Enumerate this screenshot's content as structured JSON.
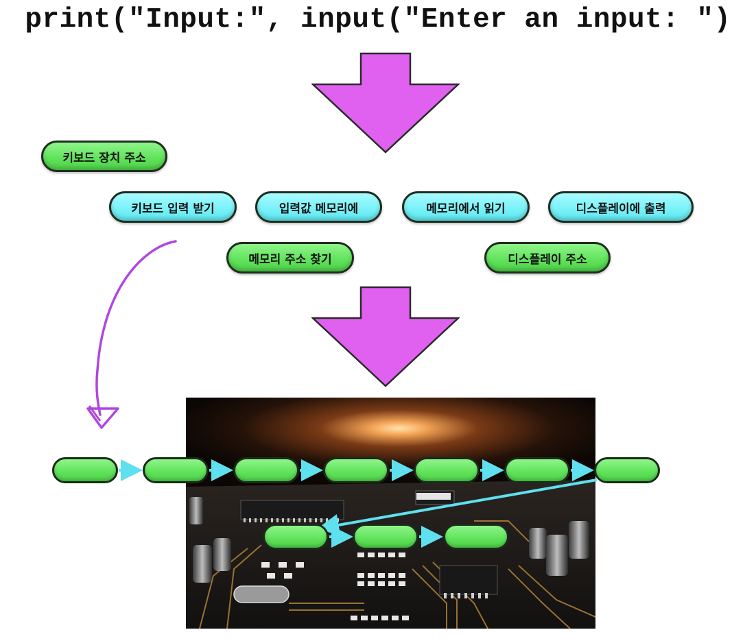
{
  "code": {
    "text": "print(\"Input:\", input(\"Enter an input: \")"
  },
  "colors": {
    "arrow": "#e060f0",
    "pill_green": "#5fe25a",
    "pill_cyan": "#77f1f8",
    "connector": "#5fe0ef",
    "hand_drawn": "#b046e0"
  },
  "steps": {
    "keyboard_address": "키보드 장치 주소",
    "keyboard_input": "키보드 입력 받기",
    "input_to_memory": "입력값 메모리에",
    "read_memory": "메모리에서 읽기",
    "output_display": "디스플레이에 출력",
    "find_memory_address": "메모리 주소 찾기",
    "display_address": "디스플레이 주소"
  },
  "image": {
    "subject": "circuit-board-photo"
  }
}
